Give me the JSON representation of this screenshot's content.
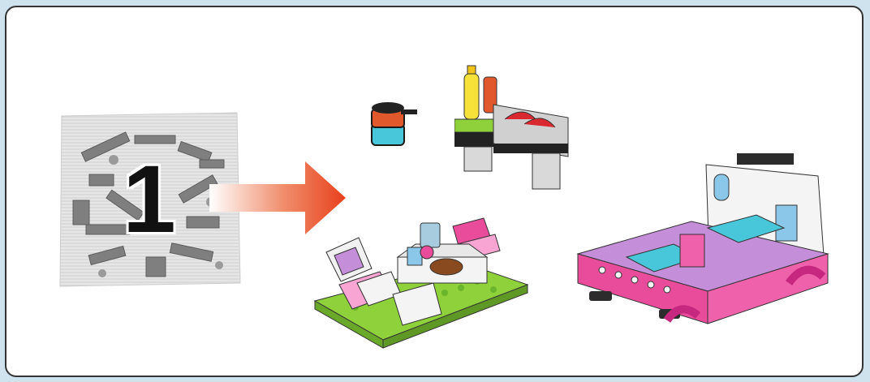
{
  "bag": {
    "number": "1"
  },
  "colors": {
    "arrow": "#e8401c",
    "pink": "#e94c9b",
    "lavender": "#c48ed9",
    "lime": "#8fd13a",
    "azure": "#47c7d9",
    "white": "#f4f4f4",
    "dark": "#2c2c2c"
  },
  "icons": [
    "parts-bag",
    "step-arrow",
    "bbq-grill",
    "cooking-pot",
    "picnic-set",
    "camper-car"
  ]
}
